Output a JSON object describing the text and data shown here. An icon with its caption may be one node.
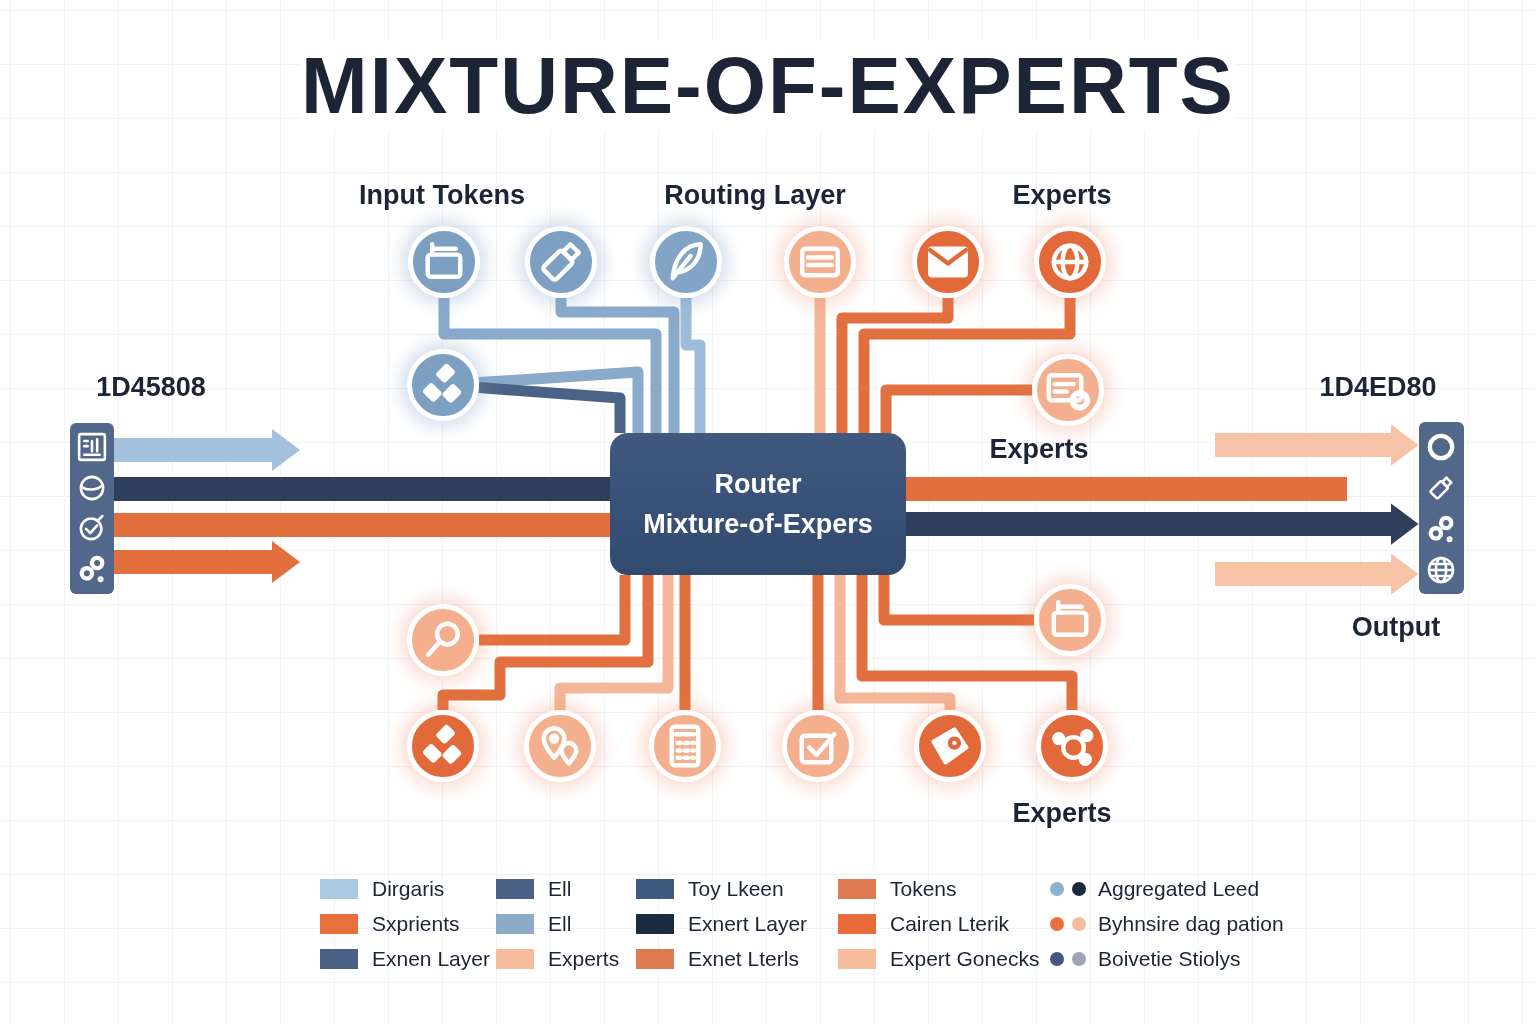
{
  "diagram": {
    "title": "MIXTURE-OF-EXPERTS",
    "nodes": [
      {
        "text": [
          "Router Mixture-of-Expers"
        ]
      },
      {
        "text": [],
        "shape": "circle"
      },
      {
        "text": [],
        "shape": "circle"
      },
      {
        "text": [],
        "shape": "circle"
      },
      {
        "text": [],
        "shape": "circle"
      },
      {
        "text": [],
        "shape": "circle"
      },
      {
        "text": [],
        "shape": "circle"
      },
      {
        "text": [],
        "shape": "circle"
      },
      {
        "text": [],
        "shape": "circle"
      },
      {
        "text": [],
        "shape": "circle"
      },
      {
        "text": [],
        "shape": "circle"
      },
      {
        "text": [],
        "shape": "circle"
      },
      {
        "text": [],
        "shape": "circle"
      },
      {
        "text": [],
        "shape": "circle"
      },
      {
        "text": [],
        "shape": "circle"
      },
      {
        "text": [],
        "shape": "circle"
      },
      {
        "text": [],
        "shape": "circle"
      },
      {
        "text": [],
        "shape": "bar"
      },
      {
        "text": [],
        "shape": "bar"
      }
    ],
    "edges": [
      {
        "from": 1,
        "to": 0,
        "arrow": "none",
        "color": "#8aaacb"
      },
      {
        "from": 2,
        "to": 0,
        "arrow": "none",
        "color": "#8aaacb"
      },
      {
        "from": 3,
        "to": 0,
        "arrow": "none",
        "color": "#9dbcd9"
      },
      {
        "from": 7,
        "to": 0,
        "arrow": "none",
        "color": "#8aaacb"
      },
      {
        "from": 7,
        "to": 0,
        "arrow": "none",
        "color": "#4a6285"
      },
      {
        "from": 4,
        "to": 0,
        "arrow": "none",
        "color": "#f4b79a"
      },
      {
        "from": 5,
        "to": 0,
        "arrow": "none"
      },
      {
        "from": 6,
        "to": 0,
        "arrow": "none"
      },
      {
        "from": 8,
        "to": 0,
        "arrow": "none"
      },
      {
        "from": 9,
        "to": 0,
        "arrow": "none"
      },
      {
        "from": 11,
        "to": 0,
        "arrow": "none"
      },
      {
        "from": 12,
        "to": 0,
        "arrow": "none",
        "color": "#f4b79a"
      },
      {
        "from": 13,
        "to": 0,
        "arrow": "none"
      },
      {
        "from": 14,
        "to": 0,
        "arrow": "none"
      },
      {
        "from": 15,
        "to": 0,
        "arrow": "none",
        "color": "#f4b79a"
      },
      {
        "from": 16,
        "to": 0,
        "arrow": "none"
      },
      {
        "from": 10,
        "to": 0,
        "arrow": "none"
      },
      {
        "from": 17,
        "to": null,
        "arrow": "to",
        "style": "thick",
        "color": "#a3c1dc"
      },
      {
        "from": 17,
        "to": 0,
        "arrow": "none",
        "style": "thick",
        "color": "#2e3f5c"
      },
      {
        "from": 17,
        "to": 0,
        "arrow": "none",
        "style": "thick"
      },
      {
        "from": 17,
        "to": null,
        "arrow": "to",
        "style": "thick"
      },
      {
        "from": 0,
        "to": null,
        "arrow": "none",
        "style": "thick"
      },
      {
        "from": 0,
        "to": 18,
        "arrow": "to",
        "style": "thick",
        "color": "#2e3f5c"
      },
      {
        "from": null,
        "to": 18,
        "arrow": "to",
        "style": "thick",
        "color": "#f6c3a6"
      },
      {
        "from": null,
        "to": 18,
        "arrow": "to",
        "style": "thick",
        "color": "#f6c3a6"
      }
    ],
    "labels": [
      "Input Tokens",
      "Routing Layer",
      "Experts",
      "1D45808",
      "1D4ED80",
      "Experts",
      "Output",
      "Experts"
    ],
    "legend": [
      {
        "text": "Dirgaris",
        "color": "#a9c8e2"
      },
      {
        "text": "Ell",
        "color": "#4a6185"
      },
      {
        "text": "Toy Lkeen",
        "color": "#3f5a7e"
      },
      {
        "text": "Tokens",
        "color": "#e07a52"
      },
      {
        "text": "Aggregated Leed"
      },
      {
        "text": "Sxprients",
        "color": "#e8703f"
      },
      {
        "text": "Ell",
        "color": "#8eacca"
      },
      {
        "text": "Exnert Layer",
        "color": "#1c2a40"
      },
      {
        "text": "Cairen Lterik",
        "color": "#e86b3a"
      },
      {
        "text": "Byhnsire dag pation"
      },
      {
        "text": "Exnen Layer",
        "color": "#4a6185"
      },
      {
        "text": "Experts",
        "color": "#f6bc9c"
      },
      {
        "text": "Exnet Lterls",
        "color": "#e07a52"
      },
      {
        "text": "Expert Gonecks",
        "color": "#f6bc9c"
      },
      {
        "text": "Boivetie Stiolys"
      }
    ]
  }
}
